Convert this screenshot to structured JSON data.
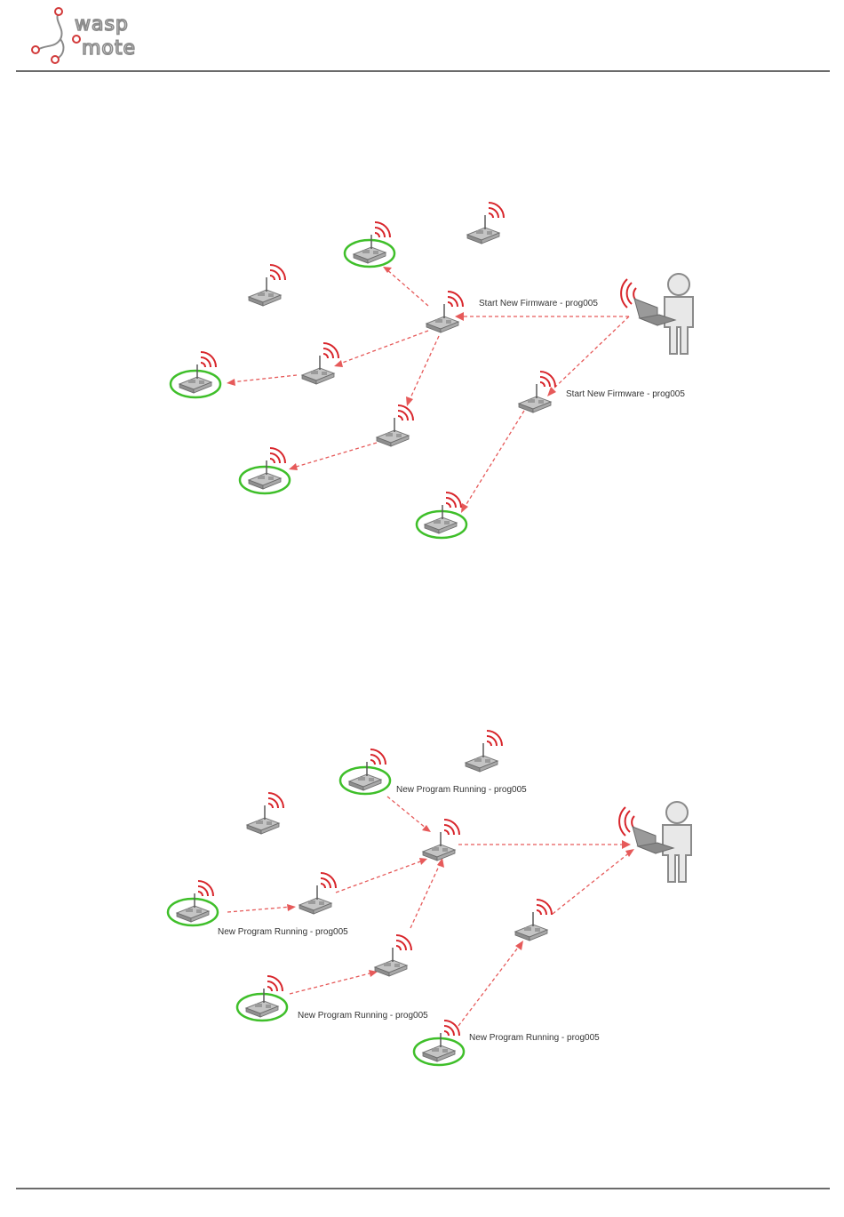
{
  "header": {
    "logo_line1": "wasp",
    "logo_line2": "mote"
  },
  "colors": {
    "link": "#e65a5a",
    "signal": "#d8252b",
    "ring": "#3fbf2a",
    "device": "#9a9a9a",
    "rule": "#6b6b6b"
  },
  "icons": [
    "waspmote-logo-icon",
    "wireless-node-icon",
    "signal-waves-icon",
    "user-with-laptop-icon"
  ],
  "diagrams": [
    {
      "id": "ota-start",
      "labels": [
        "Start New Firmware - prog005",
        "Start New Firmware - prog005"
      ]
    },
    {
      "id": "ota-running",
      "labels": [
        "New Program Running - prog005",
        "New Program Running - prog005",
        "New Program Running - prog005",
        "New Program Running - prog005"
      ]
    }
  ]
}
